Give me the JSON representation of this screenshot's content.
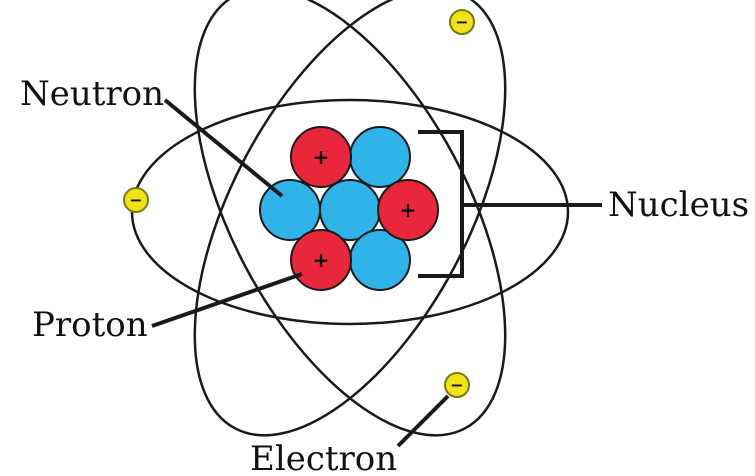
{
  "labels": {
    "neutron": "Neutron",
    "nucleus": "Nucleus",
    "proton": "Proton",
    "electron": "Electron"
  },
  "symbols": {
    "proton": "+",
    "electron": "−"
  },
  "colors": {
    "proton": "#e8283a",
    "neutron": "#2fb3e8",
    "electron": "#f2e21c",
    "orbit": "#1a1a1a"
  },
  "counts": {
    "protons": 3,
    "neutrons": 4,
    "electrons": 3
  }
}
